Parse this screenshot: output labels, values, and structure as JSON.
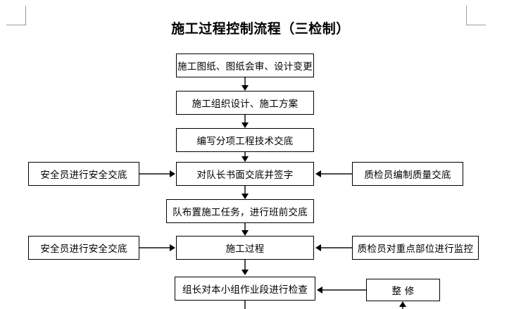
{
  "document": {
    "title": "施工过程控制流程（三检制）"
  },
  "flow": {
    "main_column": [
      {
        "id": "drawings",
        "label": "施工图纸、图纸会审、设计变更"
      },
      {
        "id": "org-design",
        "label": "施工组织设计、施工方案"
      },
      {
        "id": "tech-brief",
        "label": "编写分项工程技术交底"
      },
      {
        "id": "leader-sign",
        "label": "对队长书面交底并签字"
      },
      {
        "id": "task-assign",
        "label": "队布置施工任务，进行班前交底"
      },
      {
        "id": "construction",
        "label": "施工过程"
      },
      {
        "id": "group-inspect",
        "label": "组长对本小组作业段进行检查"
      }
    ],
    "left_column": [
      {
        "id": "safety-brief-1",
        "label": "安全员进行安全交底"
      },
      {
        "id": "safety-brief-2",
        "label": "安全员进行安全交底"
      }
    ],
    "right_column": [
      {
        "id": "quality-brief",
        "label": "质检员编制质量交底"
      },
      {
        "id": "quality-monitor",
        "label": "质检员对重点部位进行监控"
      },
      {
        "id": "rework",
        "label": "整  修"
      }
    ]
  },
  "colors": {
    "border": "#000000",
    "connector": "#4b4b4b",
    "crop_mark": "#9a9a9a",
    "background": "#ffffff",
    "text": "#000000"
  }
}
